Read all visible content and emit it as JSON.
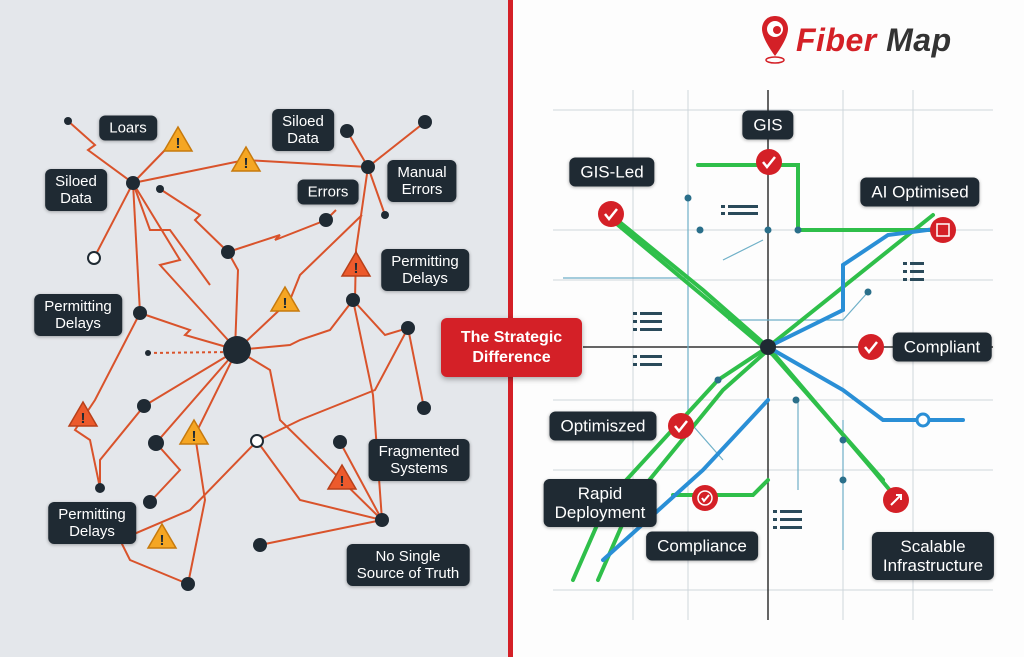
{
  "brand": {
    "name_part1": "Fiber",
    "name_part2": "Map",
    "accent": "#d42027"
  },
  "center_label": {
    "line1": "The Strategic",
    "line2": "Difference"
  },
  "left_labels": [
    {
      "text": "Loars"
    },
    {
      "text": "Siloed\nData"
    },
    {
      "text": "Siloed\nData"
    },
    {
      "text": "Manual\nErrors"
    },
    {
      "text": "Errors"
    },
    {
      "text": "Permitting\nDelays"
    },
    {
      "text": "Permitting\nDelays"
    },
    {
      "text": "Fragmented\nSystems"
    },
    {
      "text": "Permitting\nDelays"
    },
    {
      "text": "No Single\nSource of Truth"
    }
  ],
  "right_labels": [
    {
      "text": "GIS"
    },
    {
      "text": "GIS-Led"
    },
    {
      "text": "AI Optimised"
    },
    {
      "text": "Compliant"
    },
    {
      "text": "Optimiszed"
    },
    {
      "text": "Rapid\nDeployment"
    },
    {
      "text": "Compliance"
    },
    {
      "text": "Scalable\nInfrastructure"
    }
  ],
  "colors": {
    "chaos_line": "#e0522a",
    "warning": "#f5a623",
    "green_route": "#2fbf4a",
    "blue_route": "#2a8fd6",
    "node": "#1f2a33"
  }
}
